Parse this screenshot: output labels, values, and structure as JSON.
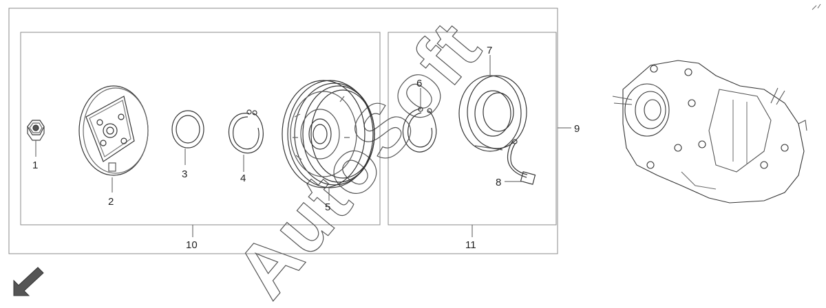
{
  "watermark": "AutoSoft",
  "callouts": {
    "p1": "1",
    "p2": "2",
    "p3": "3",
    "p4": "4",
    "p5": "5",
    "p6": "6",
    "p7": "7",
    "p8": "8",
    "p9": "9",
    "p10": "10",
    "p11": "11"
  },
  "icons": {
    "direction_arrow": "arrow-down-left-icon"
  }
}
